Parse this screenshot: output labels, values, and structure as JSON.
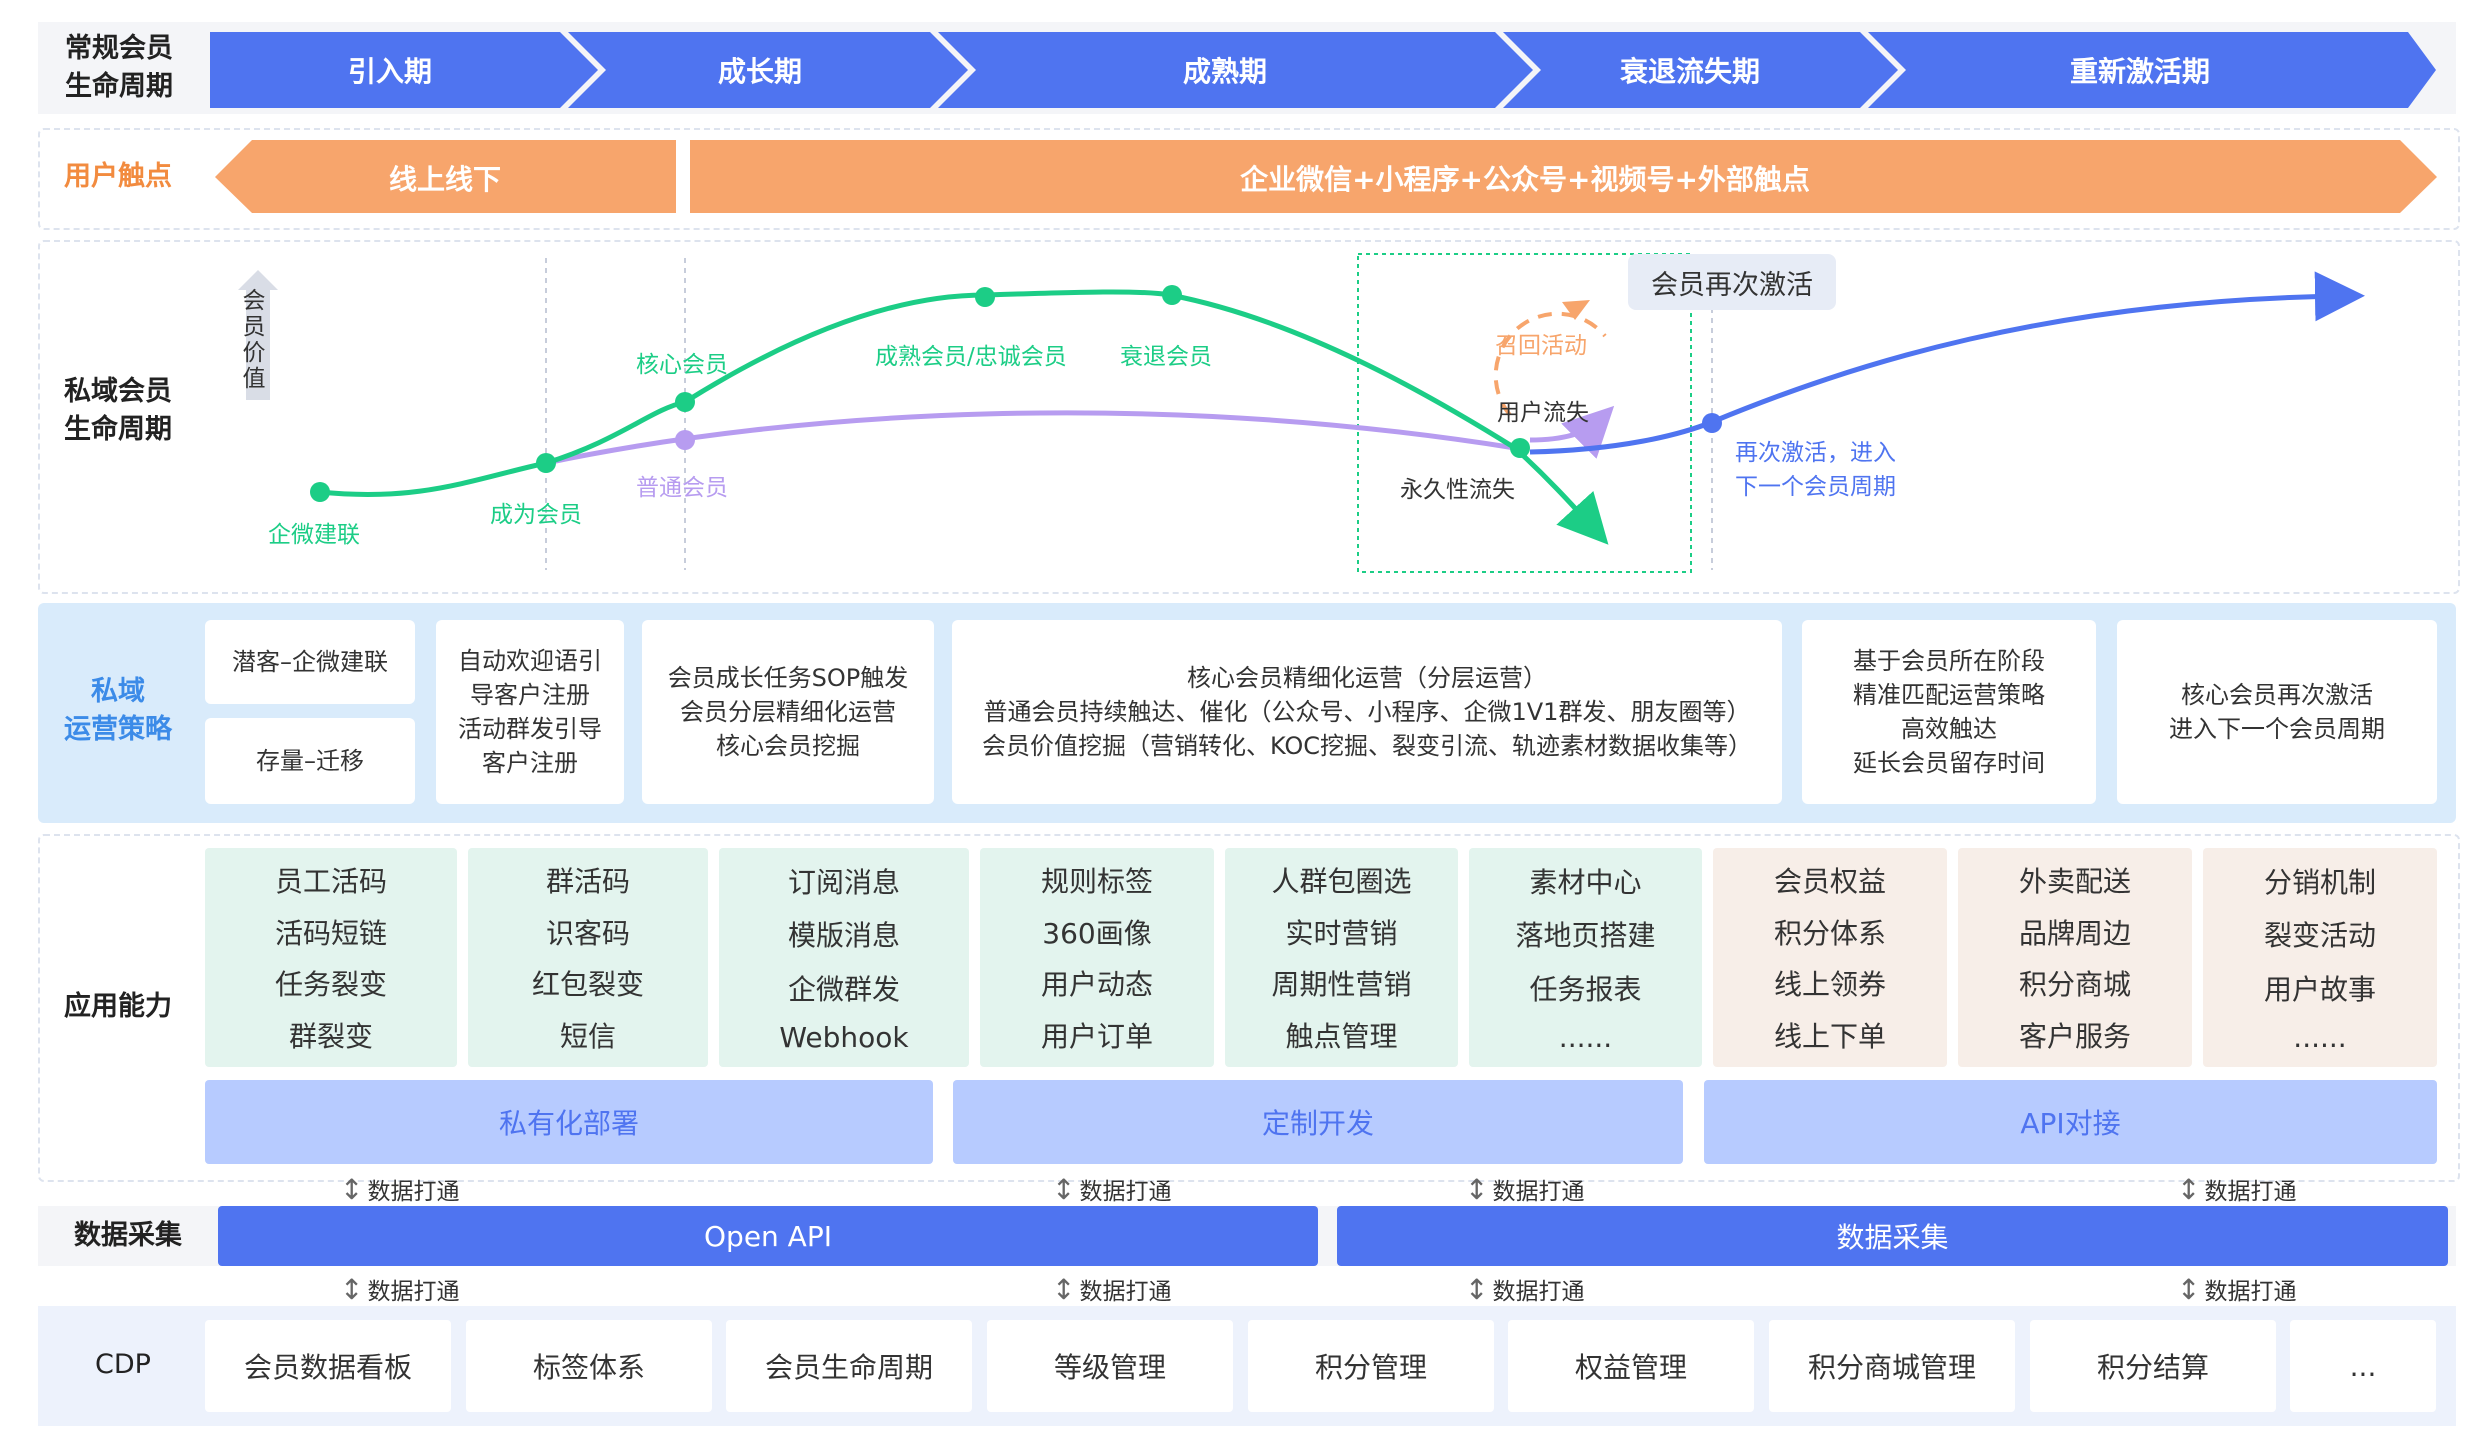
{
  "rows": {
    "lifecycle": "常规会员\n生命周期",
    "touchpoint": "用户触点",
    "private": "私域会员\n生命周期",
    "strategy": "私域\n运营策略",
    "capability": "应用能力",
    "collection": "数据采集",
    "cdp": "CDP"
  },
  "stages": [
    "引入期",
    "成长期",
    "成熟期",
    "衰退流失期",
    "重新激活期"
  ],
  "touchpoints": [
    "线上线下",
    "企业微信+小程序+公众号+视频号+外部触点"
  ],
  "curve": {
    "value_axis": "会员价值",
    "points": {
      "wecom": "企微建联",
      "become": "成为会员",
      "core": "核心会员",
      "normal": "普通会员",
      "mature": "成熟会员/忠诚会员",
      "decline": "衰退会员",
      "churn": "用户流失",
      "permanent": "永久性流失",
      "recall": "召回活动",
      "reactivated": "再次激活，进入\n下一个会员周期"
    },
    "reactivate_box": "会员再次激活"
  },
  "strategy": {
    "col1": [
      "潜客–企微建联",
      "存量–迁移"
    ],
    "col2": "自动欢迎语引\n导客户注册\n活动群发引导\n客户注册",
    "col3": "会员成长任务SOP触发\n会员分层精细化运营\n核心会员挖掘",
    "col4": "核心会员精细化运营（分层运营）\n普通会员持续触达、催化（公众号、小程序、企微1V1群发、朋友圈等）\n会员价值挖掘（营销转化、KOC挖掘、裂变引流、轨迹素材数据收集等）",
    "col5": "基于会员所在阶段\n精准匹配运营策略\n高效触达\n延长会员留存时间",
    "col6": "核心会员再次激活\n进入下一个会员周期"
  },
  "capabilities": [
    [
      "员工活码",
      "活码短链",
      "任务裂变",
      "群裂变"
    ],
    [
      "群活码",
      "识客码",
      "红包裂变",
      "短信"
    ],
    [
      "订阅消息",
      "模版消息",
      "企微群发",
      "Webhook"
    ],
    [
      "规则标签",
      "360画像",
      "用户动态",
      "用户订单"
    ],
    [
      "人群包圈选",
      "实时营销",
      "周期性营销",
      "触点管理"
    ],
    [
      "素材中心",
      "落地页搭建",
      "任务报表",
      "......"
    ],
    [
      "会员权益",
      "积分体系",
      "线上领券",
      "线上下单"
    ],
    [
      "外卖配送",
      "品牌周边",
      "积分商城",
      "客户服务"
    ],
    [
      "分销机制",
      "裂变活动",
      "用户故事",
      "......"
    ]
  ],
  "deploy": [
    "私有化部署",
    "定制开发",
    "API对接"
  ],
  "sync_label": "数据打通",
  "collection": [
    "Open API",
    "数据采集"
  ],
  "cdp_items": [
    "会员数据看板",
    "标签体系",
    "会员生命周期",
    "等级管理",
    "积分管理",
    "权益管理",
    "积分商城管理",
    "积分结算",
    "..."
  ],
  "colors": {
    "primary": "#4f74f0",
    "orange": "#f7a56c",
    "green": "#1ccd86",
    "purple": "#b79cf0",
    "lightblue": "#b7cbff"
  }
}
